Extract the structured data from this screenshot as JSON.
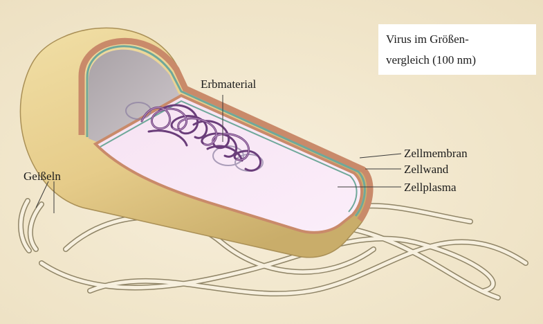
{
  "figure": {
    "labels": {
      "erbmaterial": "Erbmaterial",
      "zellmembran": "Zellmembran",
      "zellwand": "Zellwand",
      "zellplasma": "Zellplasma",
      "geisseln": "Geißeln"
    },
    "virus_box": {
      "line1": "Virus im Größen-",
      "line2": "vergleich (100 nm)"
    }
  }
}
